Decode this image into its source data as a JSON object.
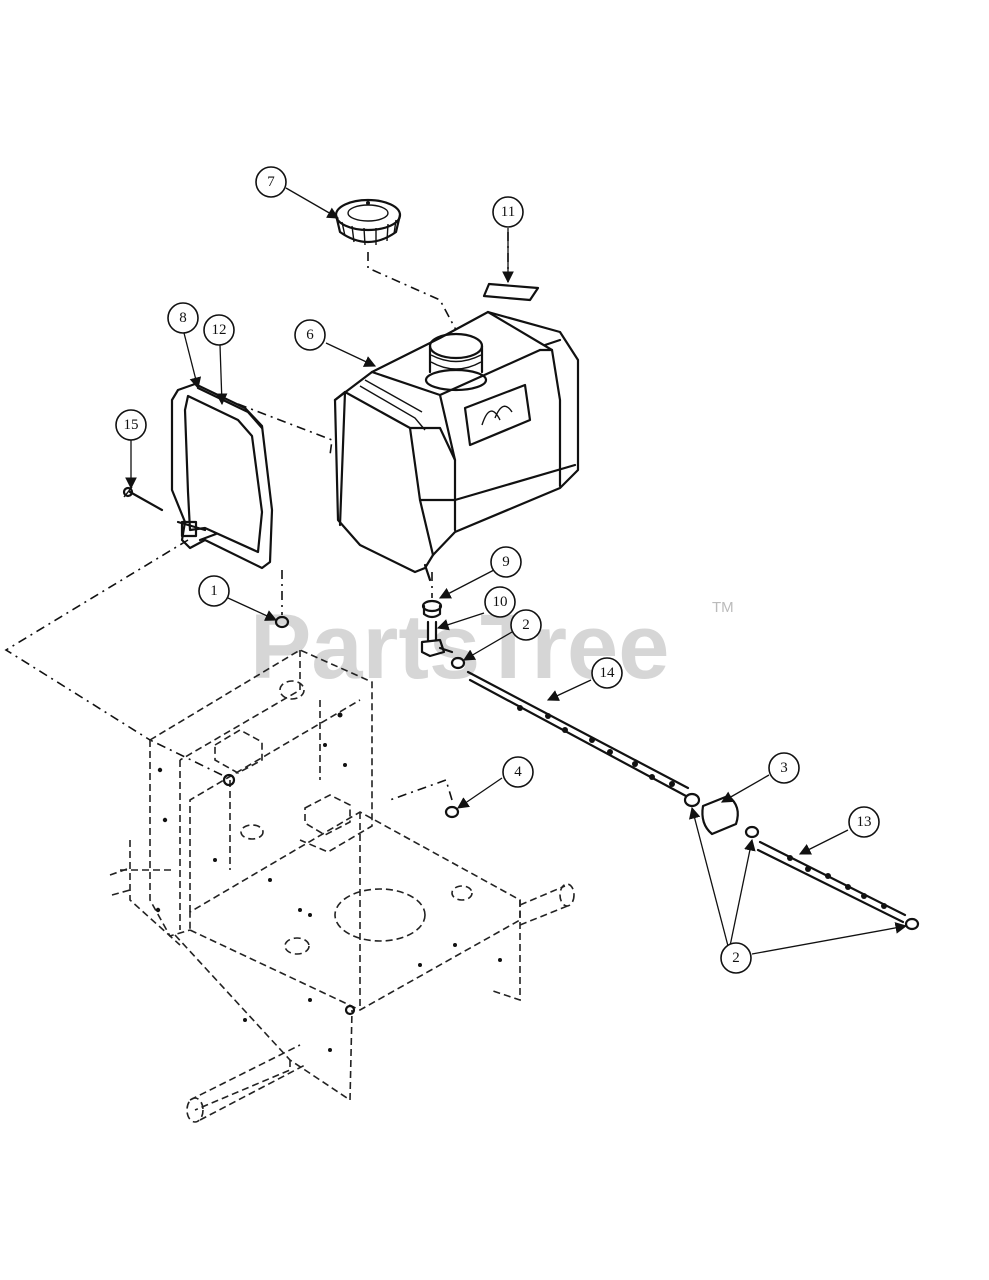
{
  "watermark": {
    "text": "PartsTree",
    "trademark": "TM"
  },
  "callouts": [
    {
      "id": "c7",
      "label": "7",
      "part": "fuel-cap"
    },
    {
      "id": "c11",
      "label": "11",
      "part": "decal"
    },
    {
      "id": "c8",
      "label": "8",
      "part": "tank-strap"
    },
    {
      "id": "c12",
      "label": "12",
      "part": "strap-pad"
    },
    {
      "id": "c6",
      "label": "6",
      "part": "fuel-tank"
    },
    {
      "id": "c15",
      "label": "15",
      "part": "strap-pin"
    },
    {
      "id": "c9",
      "label": "9",
      "part": "grommet"
    },
    {
      "id": "c10",
      "label": "10",
      "part": "shut-off-valve"
    },
    {
      "id": "c1",
      "label": "1",
      "part": "nut"
    },
    {
      "id": "c2a",
      "label": "2",
      "part": "hose-clamp"
    },
    {
      "id": "c14",
      "label": "14",
      "part": "fuel-line-upper"
    },
    {
      "id": "c4",
      "label": "4",
      "part": "nut"
    },
    {
      "id": "c3",
      "label": "3",
      "part": "fuel-filter"
    },
    {
      "id": "c13",
      "label": "13",
      "part": "fuel-line-lower"
    },
    {
      "id": "c2b",
      "label": "2",
      "part": "hose-clamp"
    }
  ]
}
